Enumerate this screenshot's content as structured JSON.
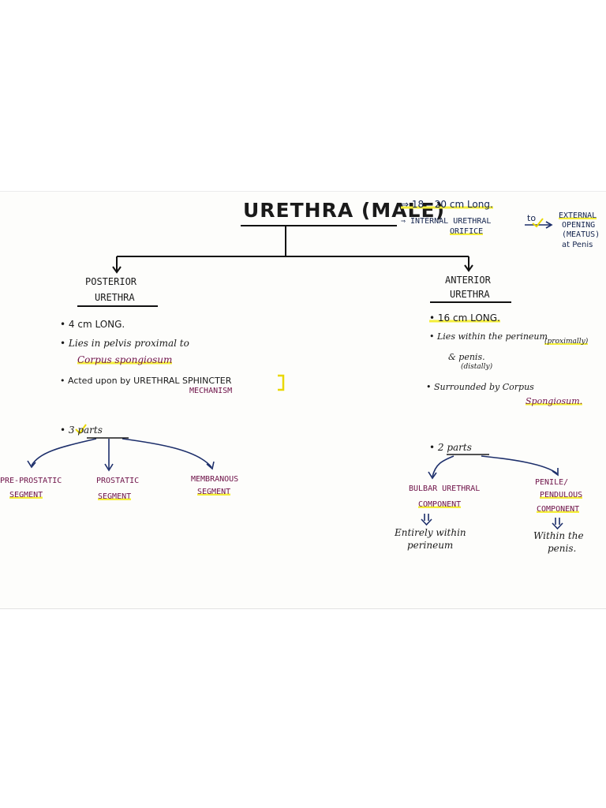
{
  "title": "URETHRA (MALE)",
  "header_notes": {
    "length": "⇒ 18 – 20 cm Long.",
    "internal_1": "⇒ INTERNAL URETHRAL",
    "internal_2": "ORIFICE",
    "to": "to",
    "external_1": "EXTERNAL",
    "external_2": "OPENING",
    "external_3": "(MEATUS)",
    "external_4": "at Penis"
  },
  "posterior": {
    "heading_1": "POSTERIOR",
    "heading_2": "URETHRA",
    "b1": "• 4 cm LONG.",
    "b2": "• Lies in pelvis proximal to",
    "b2b": "Corpus spongiosum",
    "b3": "• Acted upon by URETHRAL SPHINCTER",
    "b3b": "MECHANISM",
    "parts": "• 3 parts",
    "seg1_1": "PRE-PROSTATIC",
    "seg1_2": "SEGMENT",
    "seg2_1": "PROSTATIC",
    "seg2_2": "SEGMENT",
    "seg3_1": "MEMBRANOUS",
    "seg3_2": "SEGMENT"
  },
  "anterior": {
    "heading_1": "ANTERIOR",
    "heading_2": "URETHRA",
    "b1": "• 16 cm LONG.",
    "b2": "• Lies within the perineum",
    "b2p": "(proximally)",
    "b2b": "& penis.",
    "b2d": "(distally)",
    "b3": "• Surrounded by Corpus",
    "b3b": "Spongiosum.",
    "parts": "• 2 parts",
    "c1_1": "BULBAR URETHRAL",
    "c1_2": "COMPONENT",
    "c1_desc_1": "Entirely within",
    "c1_desc_2": "perineum",
    "c2_1": "PENILE/",
    "c2_2": "PENDULOUS",
    "c2_3": "COMPONENT",
    "c2_desc_1": "Within the",
    "c2_desc_2": "penis."
  }
}
